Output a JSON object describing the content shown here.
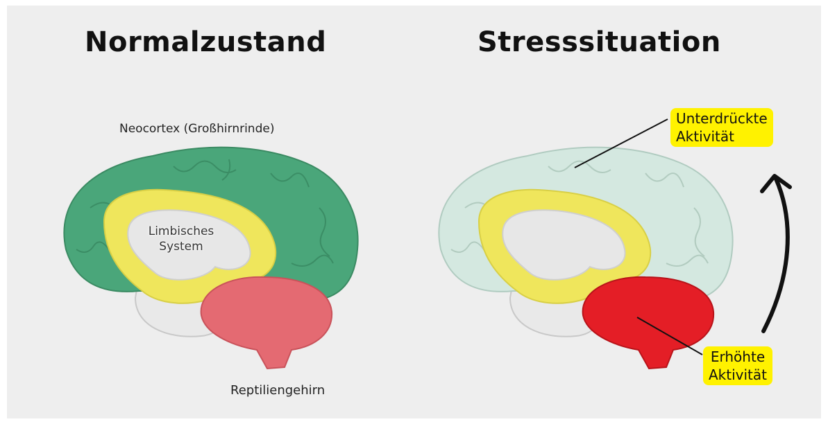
{
  "left_panel": {
    "title": "Normalzustand",
    "neocortex_label": "Neocortex (Großhirnrinde)",
    "limbic_label_line1": "Limbisches",
    "limbic_label_line2": "System",
    "reptile_label": "Reptiliengehirn"
  },
  "right_panel": {
    "title": "Stresssituation",
    "suppressed_line1": "Unterdrückte",
    "suppressed_line2": "Aktivität",
    "raised_line1": "Erhöhte",
    "raised_line2": "Aktivität"
  },
  "colors": {
    "neocortex_normal": "#4aa67a",
    "neocortex_stress": "#d4e8e0",
    "limbic": "#efe65c",
    "reptile_normal": "#e46a72",
    "reptile_stress": "#e41e26",
    "brainstem": "#e9e9e9",
    "callout": "#fff200"
  }
}
